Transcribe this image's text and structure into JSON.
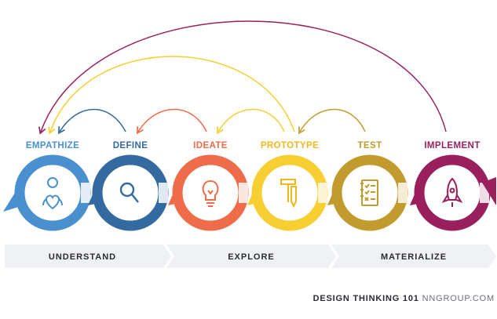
{
  "stages": [
    {
      "label": "EMPATHIZE",
      "color": "#4a8fce",
      "icon": "person-heart-icon"
    },
    {
      "label": "DEFINE",
      "color": "#336a9f",
      "icon": "magnifier-icon"
    },
    {
      "label": "IDEATE",
      "color": "#ee6c4a",
      "icon": "lightbulb-icon"
    },
    {
      "label": "PROTOTYPE",
      "color": "#f7cf33",
      "icon": "hammer-pencil-icon"
    },
    {
      "label": "TEST",
      "color": "#c29b2f",
      "icon": "checklist-icon"
    },
    {
      "label": "IMPLEMENT",
      "color": "#9a1f5d",
      "icon": "rocket-icon"
    }
  ],
  "phases": [
    {
      "label": "UNDERSTAND"
    },
    {
      "label": "EXPLORE"
    },
    {
      "label": "MATERIALIZE"
    }
  ],
  "footer": {
    "title": "DESIGN THINKING 101",
    "source": "NNGROUP.COM"
  }
}
